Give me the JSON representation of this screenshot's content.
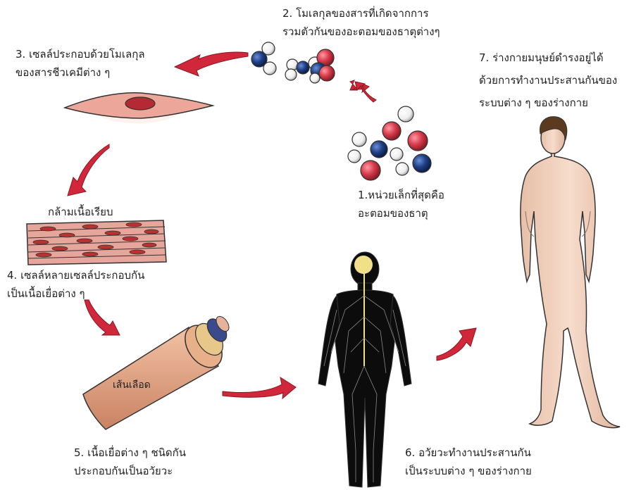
{
  "steps": {
    "s1": {
      "line1": "1.หน่วยเล็กที่สุดคือ",
      "line2": "อะตอมของธาตุ"
    },
    "s2": {
      "line1": "2. โมเลกุลของสารที่เกิดจากการ",
      "line2": "รวมตัวกันของอะตอมของธาตุต่างๆ"
    },
    "s3": {
      "line1": "3. เซลล์ประกอบด้วยโมเลกุล",
      "line2": "ของสารชีวเคมีต่าง ๆ"
    },
    "s4": {
      "line1": "4. เซลล์หลายเซลล์ประกอบกัน",
      "line2": "เป็นเนื้อเยื่อต่าง ๆ"
    },
    "s5": {
      "line1": "5. เนื้อเยื่อต่าง ๆ ชนิดกัน",
      "line2": "ประกอบกันเป็นอวัยวะ"
    },
    "s6": {
      "line1": "6. อวัยวะทำงานประสานกัน",
      "line2": "เป็นระบบต่าง ๆ ของร่างกาย"
    },
    "s7": {
      "line1": "7. ร่างกายมนุษย์ดำรงอยู่ได้",
      "line2": "ด้วยการทำงานประสานกันของ",
      "line3": "ระบบต่าง ๆ ของร่างกาย"
    }
  },
  "labels": {
    "muscle": "กล้ามเนื้อเรียบ",
    "vessel": "เส้นเลือด"
  },
  "colors": {
    "arrow": "#d0283a",
    "atom_red": "#d63a4a",
    "atom_blue": "#1f3f85",
    "atom_white": "#f4f4f4",
    "skin": "#f3d4c0",
    "muscle": "#e8a49a",
    "vessel": "#e0a17d",
    "nerve": "#f1e08a"
  }
}
